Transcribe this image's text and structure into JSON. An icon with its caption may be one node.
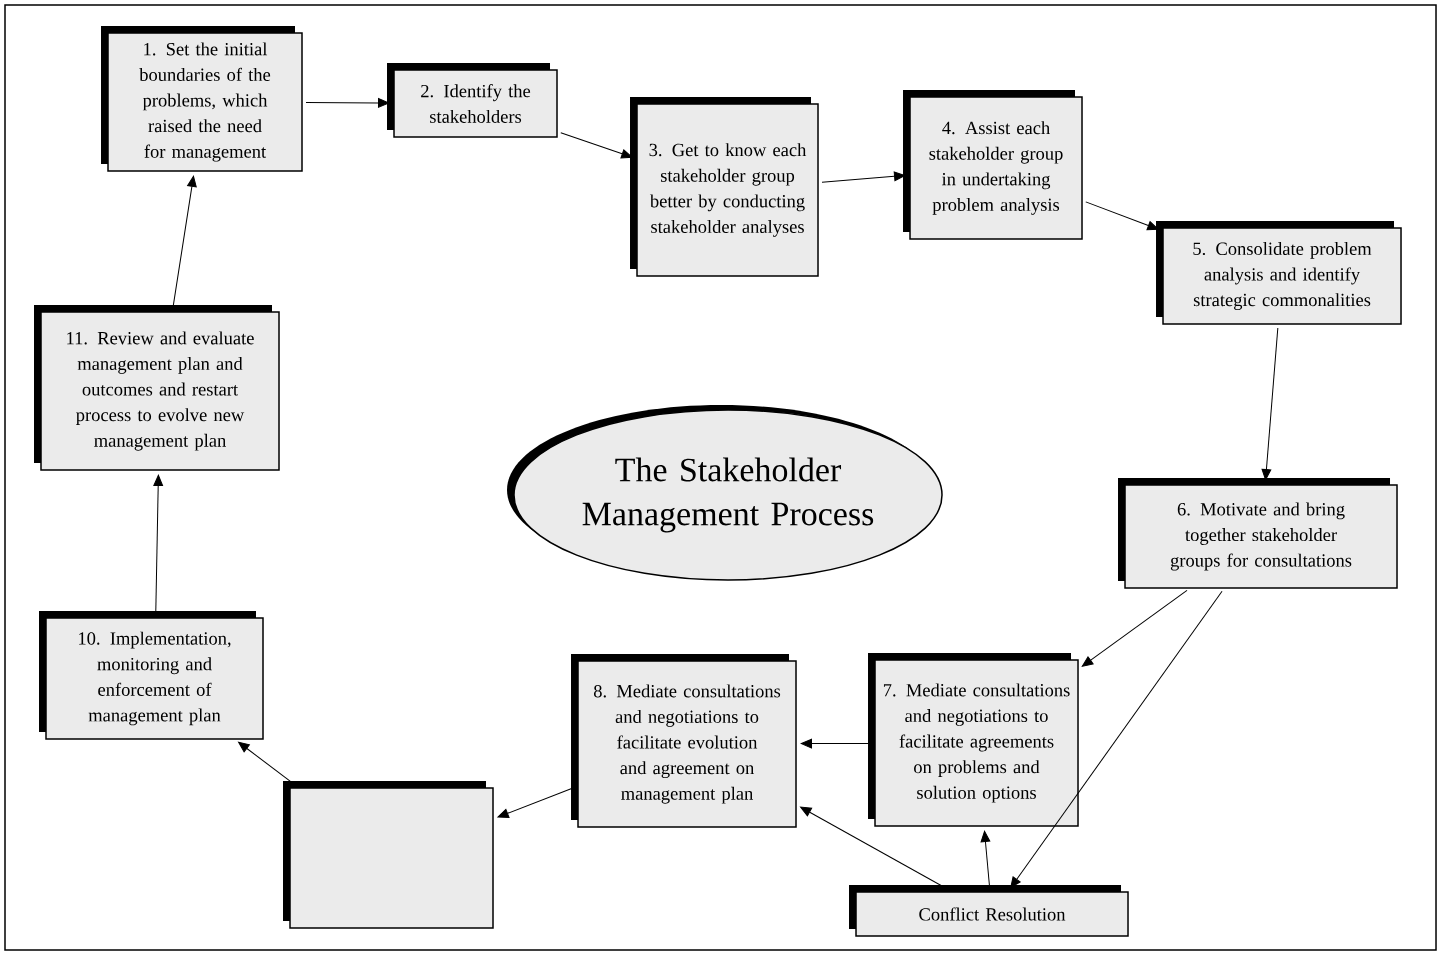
{
  "diagram": {
    "nodes": [
      {
        "text": [
          "1. Set the initial boundaries of the problems, which raised the need for management"
        ]
      },
      {
        "text": [
          "2. Identify the stakeholders"
        ]
      },
      {
        "text": [
          "3. Get to know each stakeholder group better by conducting stakeholder analyses"
        ]
      },
      {
        "text": [
          "4. Assist each stakeholder group in undertaking problem analysis"
        ]
      },
      {
        "text": [
          "5. Consolidate problem analysis and identify strategic commonalities"
        ]
      },
      {
        "text": [
          "6. Motivate and bring together stakeholder groups for consultations"
        ]
      },
      {
        "text": [
          "7. Mediate consultations and negotiations to facilitate agreements on problems and solution options"
        ]
      },
      {
        "text": [
          "8. Mediate consultations and negotiations to facilitate evolution and agreement on management plan"
        ]
      },
      {
        "text": [],
        "shape": "box"
      },
      {
        "text": [
          "10. Implementation, monitoring and enforcement of management plan"
        ]
      },
      {
        "text": [
          "11. Review and evaluate management plan and outcomes and restart process to evolve new management plan"
        ]
      },
      {
        "text": [
          "Conflict Resolution"
        ]
      },
      {
        "text": [
          "The Stakeholder Management Process"
        ]
      }
    ],
    "edges": [
      {
        "from": 0,
        "to": 1,
        "arrow": "to"
      },
      {
        "from": 1,
        "to": 2,
        "arrow": "to"
      },
      {
        "from": 2,
        "to": 3,
        "arrow": "to"
      },
      {
        "from": 3,
        "to": 4,
        "arrow": "to"
      },
      {
        "from": 4,
        "to": 5,
        "arrow": "to"
      },
      {
        "from": 5,
        "to": 6,
        "arrow": "to"
      },
      {
        "from": 5,
        "to": 11,
        "arrow": "to"
      },
      {
        "from": 11,
        "to": 6,
        "arrow": "to"
      },
      {
        "from": 11,
        "to": 7,
        "arrow": "to"
      },
      {
        "from": 6,
        "to": 7,
        "arrow": "to"
      },
      {
        "from": 7,
        "to": 8,
        "arrow": "to"
      },
      {
        "from": 8,
        "to": 9,
        "arrow": "to"
      },
      {
        "from": 9,
        "to": 10,
        "arrow": "to"
      },
      {
        "from": 10,
        "to": 0,
        "arrow": "to"
      }
    ]
  }
}
